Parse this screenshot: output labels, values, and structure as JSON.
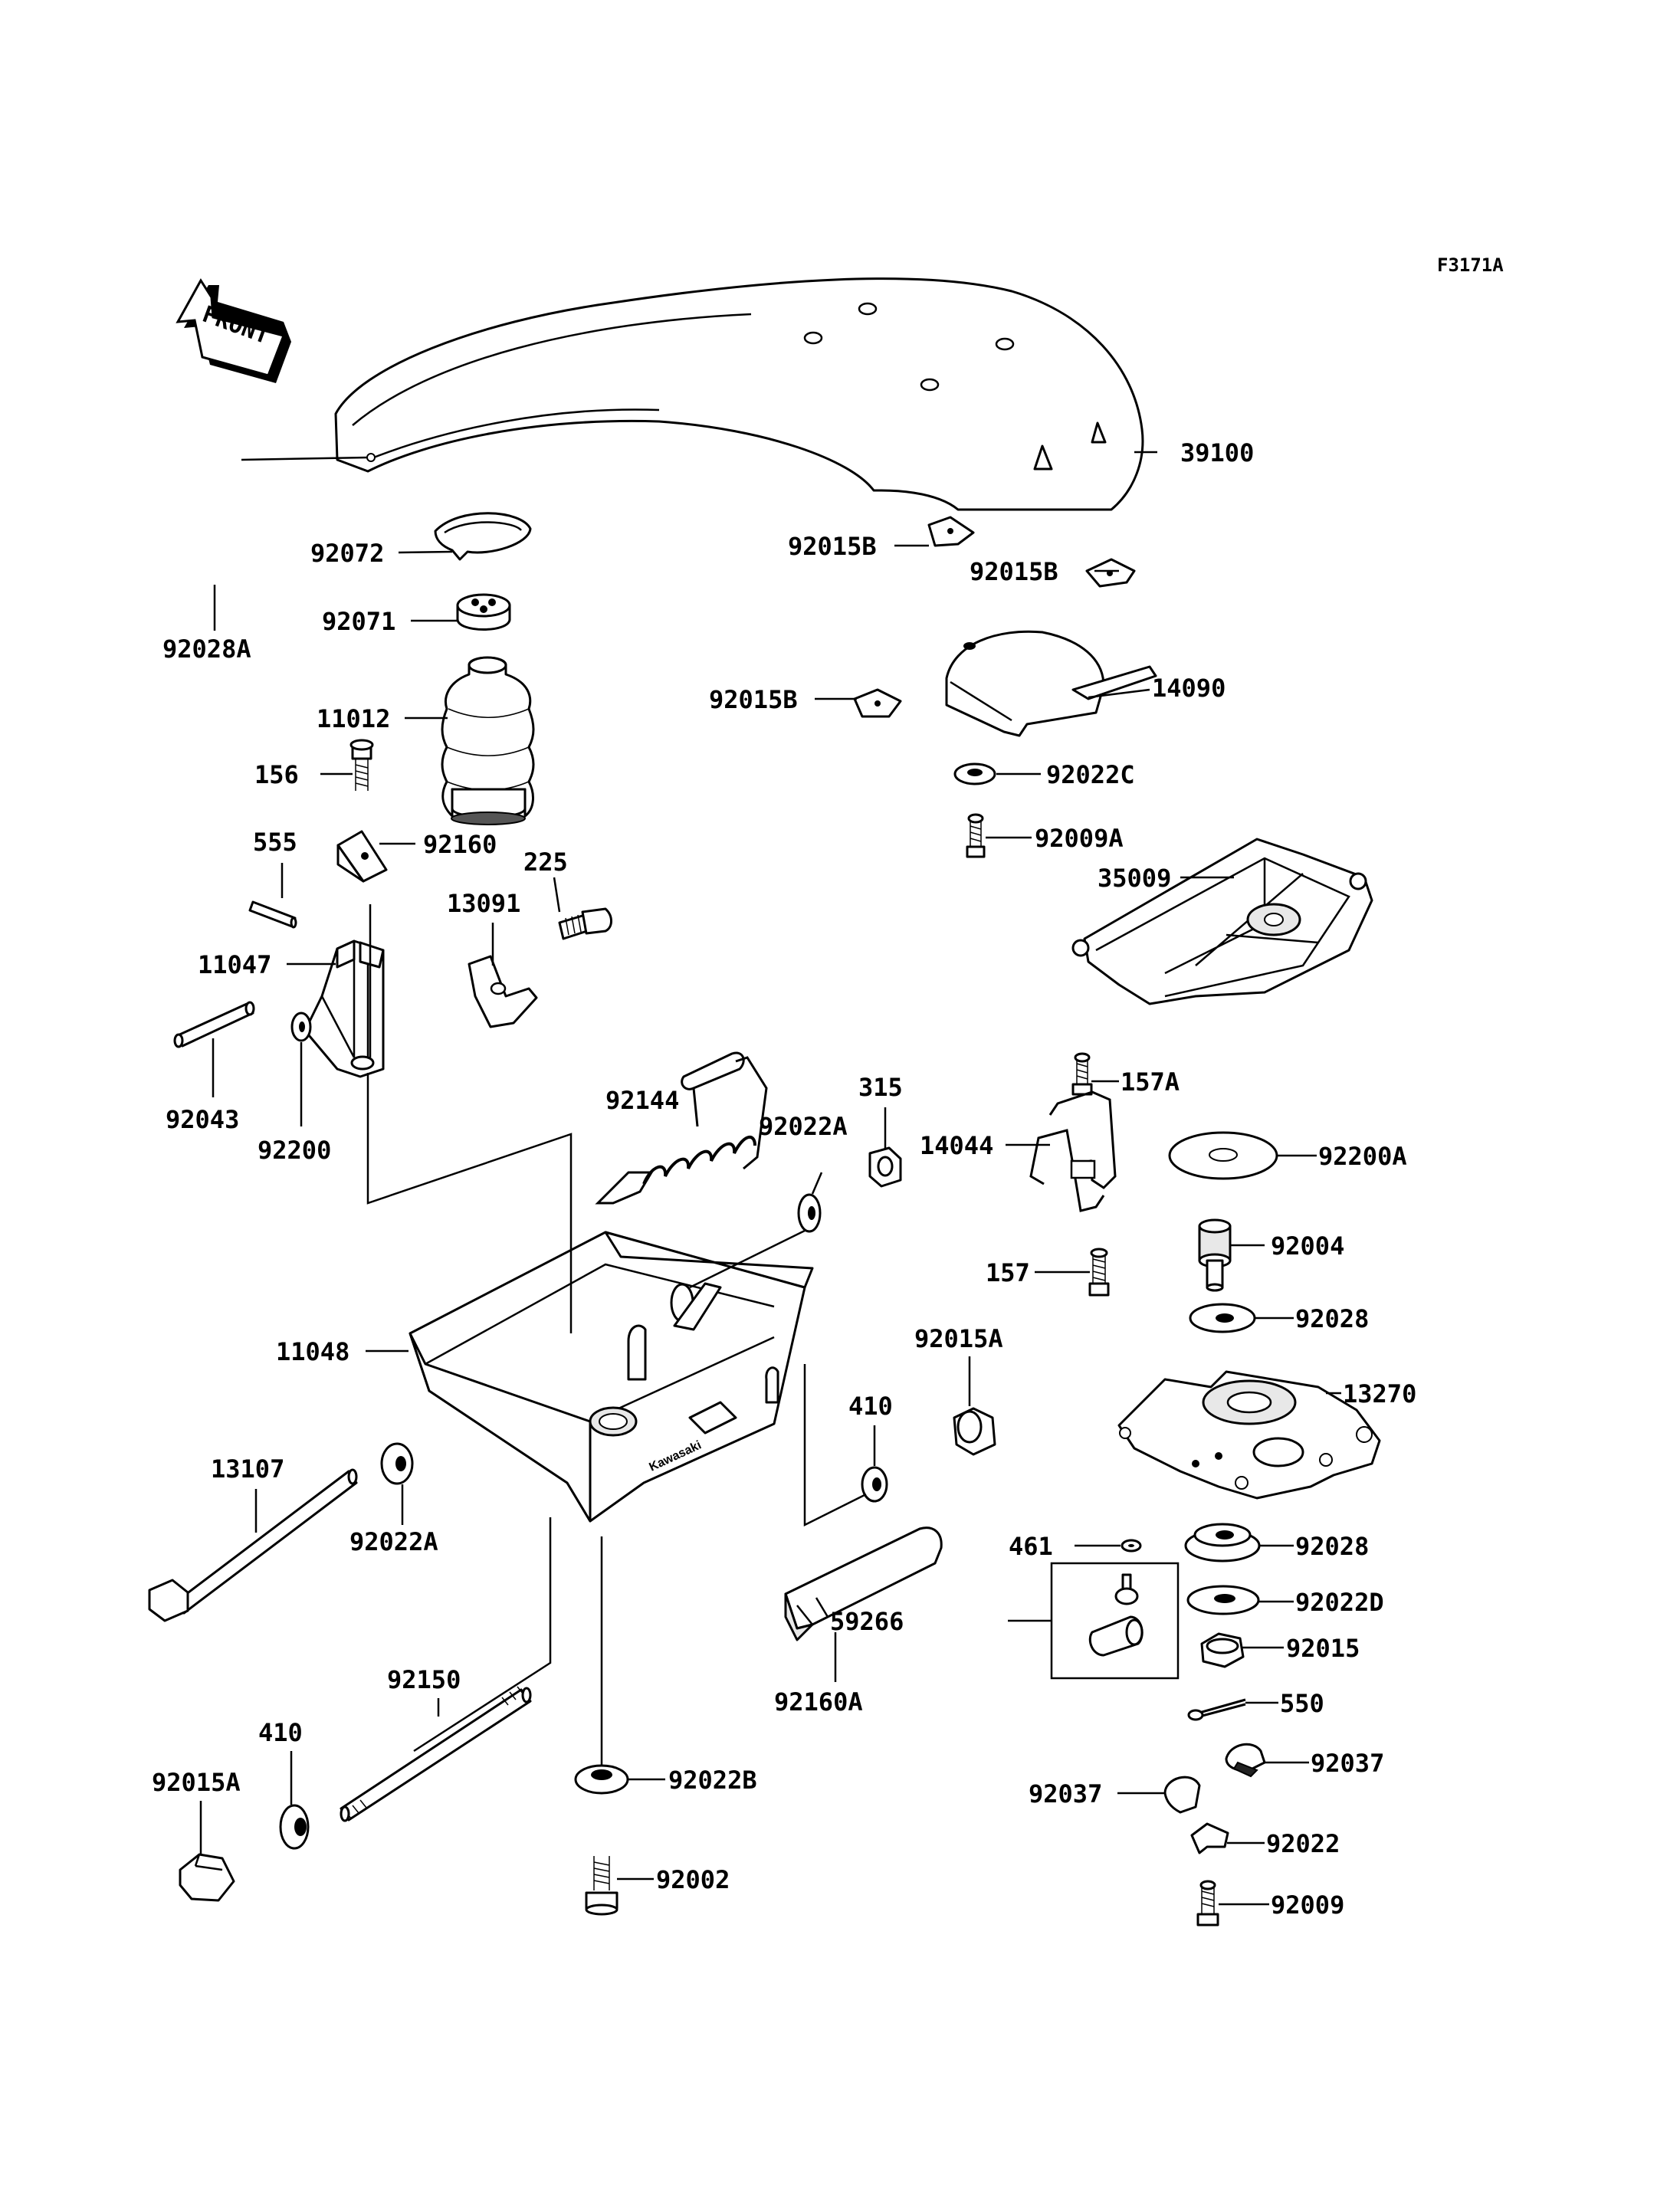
{
  "figure_code": "F3171A",
  "front_label": "FRONT",
  "callouts": [
    {
      "part_no": "39100"
    },
    {
      "part_no": "92072"
    },
    {
      "part_no": "92028A"
    },
    {
      "part_no": "92071"
    },
    {
      "part_no": "11012"
    },
    {
      "part_no": "156"
    },
    {
      "part_no": "555"
    },
    {
      "part_no": "92160"
    },
    {
      "part_no": "225"
    },
    {
      "part_no": "13091"
    },
    {
      "part_no": "11047"
    },
    {
      "part_no": "92043"
    },
    {
      "part_no": "92200"
    },
    {
      "part_no": "92144"
    },
    {
      "part_no": "92022A"
    },
    {
      "part_no": "315"
    },
    {
      "part_no": "11048"
    },
    {
      "part_no": "13107"
    },
    {
      "part_no": "92022A"
    },
    {
      "part_no": "410"
    },
    {
      "part_no": "92150"
    },
    {
      "part_no": "410"
    },
    {
      "part_no": "92015A"
    },
    {
      "part_no": "92022B"
    },
    {
      "part_no": "92002"
    },
    {
      "part_no": "92160A"
    },
    {
      "part_no": "92015A"
    },
    {
      "part_no": "92015B"
    },
    {
      "part_no": "92015B"
    },
    {
      "part_no": "92015B"
    },
    {
      "part_no": "14090"
    },
    {
      "part_no": "92022C"
    },
    {
      "part_no": "92009A"
    },
    {
      "part_no": "35009"
    },
    {
      "part_no": "157A"
    },
    {
      "part_no": "14044"
    },
    {
      "part_no": "92200A"
    },
    {
      "part_no": "92004"
    },
    {
      "part_no": "157"
    },
    {
      "part_no": "92028"
    },
    {
      "part_no": "13270"
    },
    {
      "part_no": "461"
    },
    {
      "part_no": "92028"
    },
    {
      "part_no": "59266"
    },
    {
      "part_no": "92022D"
    },
    {
      "part_no": "92015"
    },
    {
      "part_no": "550"
    },
    {
      "part_no": "92037"
    },
    {
      "part_no": "92037"
    },
    {
      "part_no": "92022"
    },
    {
      "part_no": "92009"
    }
  ]
}
